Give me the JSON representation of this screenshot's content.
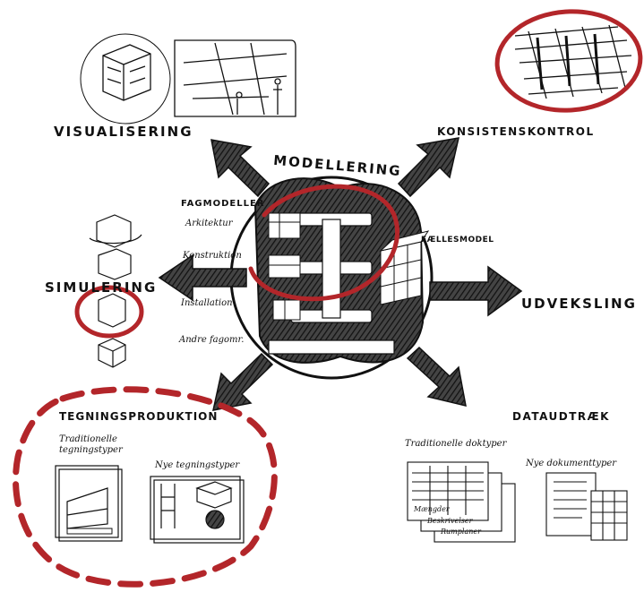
{
  "center": {
    "title": "MODELLERING",
    "fag_header": "FAGMODELLER",
    "fag_items": [
      "Arkitektur",
      "Konstruktion",
      "Installation",
      "Andre fagomr."
    ],
    "shared_model": "FÆLLESMODEL"
  },
  "nodes": {
    "visualisering": "VISUALISERING",
    "konsistenskontrol": "KONSISTENSKONTROL",
    "simulering": "SIMULERING",
    "udveksling": "UDVEKSLING",
    "tegningsproduktion": "TEGNINGSPRODUKTION",
    "dataudtraek": "DATAUDTRÆK"
  },
  "tegning": {
    "traditional": "Traditionelle tegningstyper",
    "new": "Nye tegningstyper"
  },
  "data": {
    "traditional": "Traditionelle doktyper",
    "new": "Nye dokumenttyper",
    "doc_labels": [
      "Mængder",
      "Beskrivelser",
      "Rumplaner"
    ]
  },
  "colors": {
    "ink": "#1a1a1a",
    "highlight": "#b3262a",
    "paper": "#ffffff"
  }
}
